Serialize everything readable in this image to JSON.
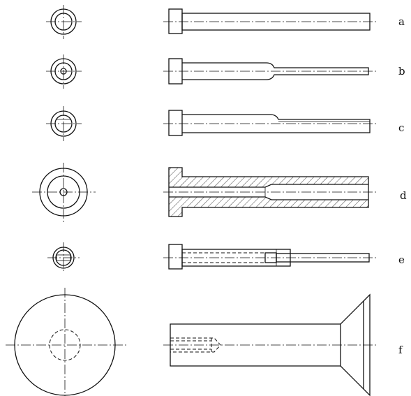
{
  "figure": {
    "labels": [
      "a",
      "b",
      "c",
      "d",
      "e",
      "f"
    ]
  }
}
